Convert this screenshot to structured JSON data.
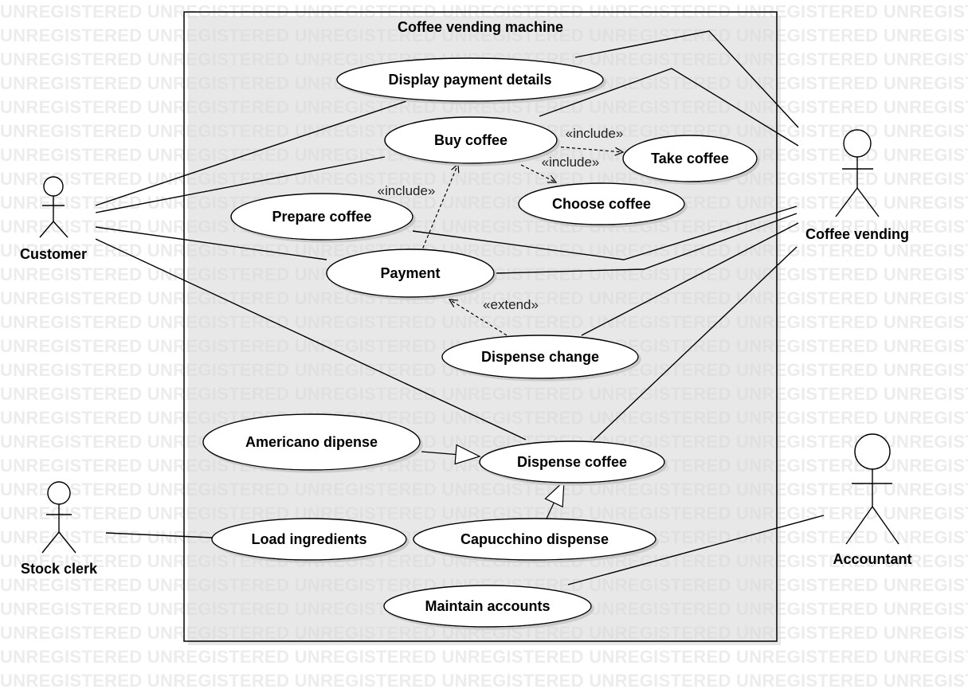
{
  "watermark": "UNREGISTERED",
  "system": {
    "title": "Coffee vending machine"
  },
  "actors": {
    "customer": "Customer",
    "coffee_vending": "Coffee vending",
    "stock_clerk": "Stock clerk",
    "accountant": "Accountant"
  },
  "use_cases": {
    "display_payment": "Display payment details",
    "buy_coffee": "Buy coffee",
    "take_coffee": "Take coffee",
    "choose_coffee": "Choose coffee",
    "prepare_coffee": "Prepare coffee",
    "payment": "Payment",
    "dispense_change": "Dispense change",
    "americano": "Americano dipense",
    "dispense_coffee": "Dispense coffee",
    "load_ingredients": "Load ingredients",
    "capucchino": "Capucchino dispense",
    "maintain_accounts": "Maintain accounts"
  },
  "stereotypes": {
    "include_take": "«include»",
    "include_choose": "«include»",
    "include_payment": "«include»",
    "extend_change": "«extend»"
  }
}
